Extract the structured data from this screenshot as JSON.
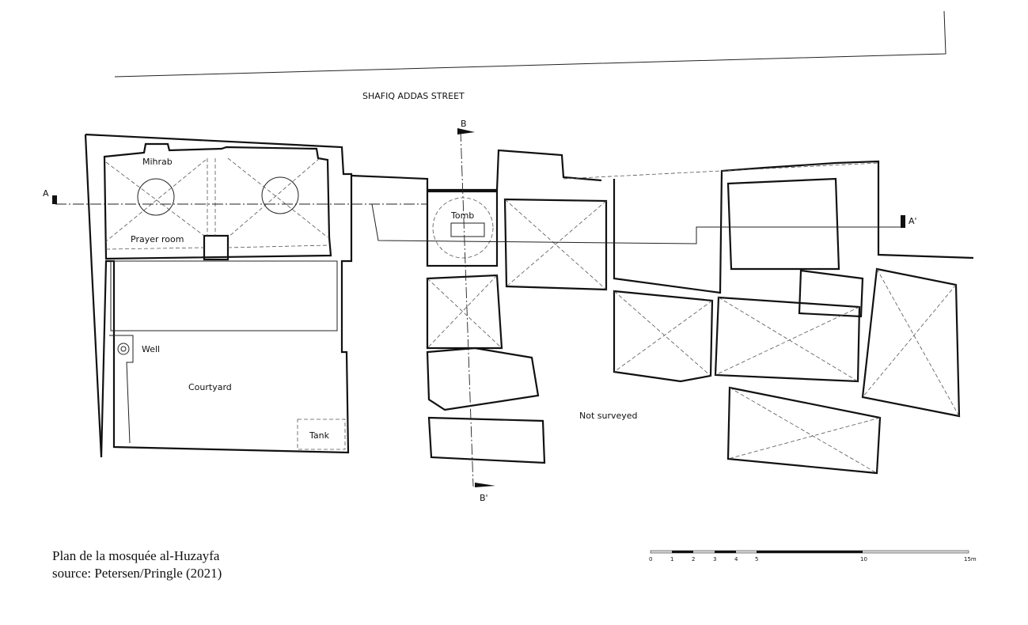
{
  "plan": {
    "street": "SHAFIQ ADDAS STREET",
    "rooms": {
      "mihrab": "Mihrab",
      "prayer_room": "Prayer room",
      "well": "Well",
      "courtyard": "Courtyard",
      "tank": "Tank",
      "tomb": "Tomb",
      "not_surveyed": "Not surveyed"
    },
    "sections": {
      "a": "A",
      "a_prime": "A'",
      "b": "B",
      "b_prime": "B'"
    }
  },
  "scale_bar": {
    "ticks": [
      "0",
      "1",
      "2",
      "3",
      "4",
      "5",
      "10",
      "15m"
    ]
  },
  "caption": {
    "line1": "Plan de la mosquée al-Huzayfa",
    "line2": "source: Petersen/Pringle (2021)"
  }
}
